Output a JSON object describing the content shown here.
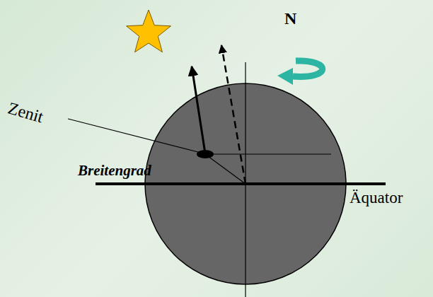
{
  "diagram": {
    "labels": [
      "N",
      "Zenit",
      "Breitengrad",
      "Äquator"
    ]
  }
}
